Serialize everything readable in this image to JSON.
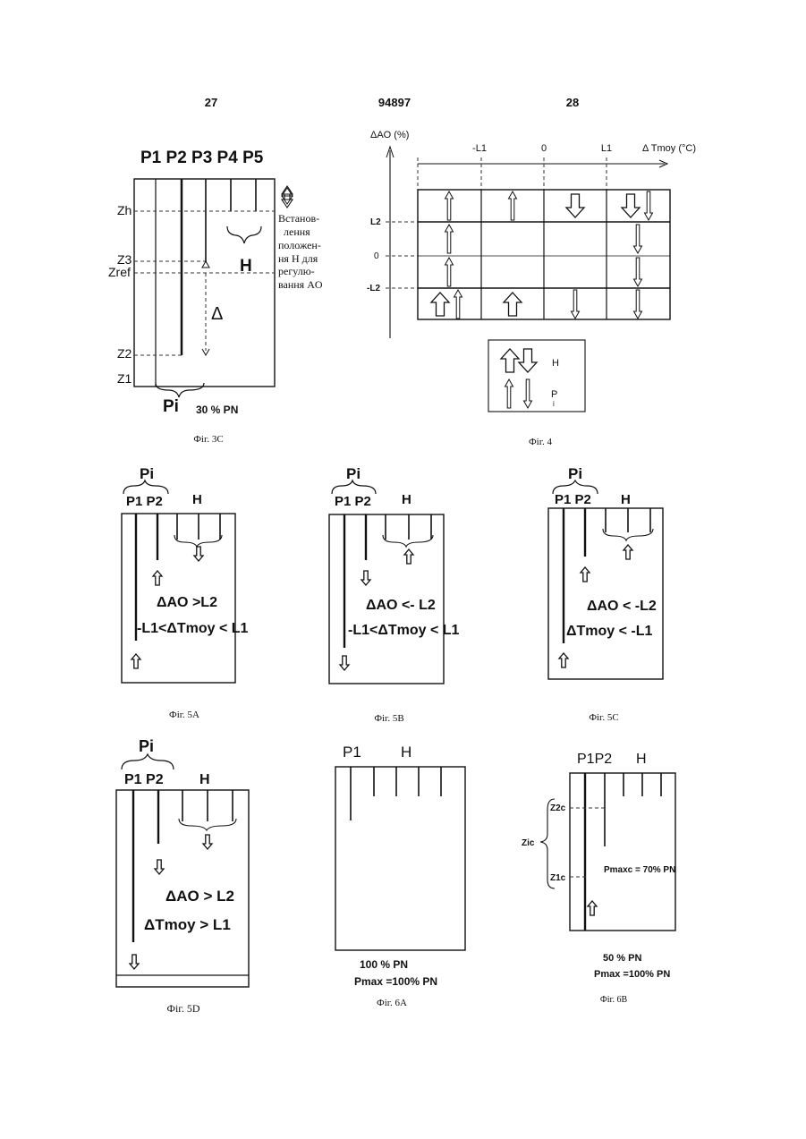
{
  "header": {
    "page_left": "27",
    "patent_no": "94897",
    "page_right": "28"
  },
  "fig3c": {
    "rod_labels": "P1 P2 P3 P4 P5",
    "z_labels": [
      "Zh",
      "Z3",
      "Zref",
      "Z2",
      "Z1"
    ],
    "delta": "Δ",
    "h_label": "H",
    "pi_label": "Pi",
    "power": "30 % PN",
    "note_lines": [
      "Встанов-",
      "лення",
      "положен-",
      "ня H для",
      "регулю-",
      "вання AO"
    ],
    "caption": "Фіг. 3С"
  },
  "fig4": {
    "y_axis_label": "ΔAO (%)",
    "x_axis_label": "Δ Tmoy (°C)",
    "x_ticks": [
      "-L1",
      "0",
      "L1"
    ],
    "y_ticks": [
      "L2",
      "0",
      "-L2"
    ],
    "legend": {
      "h": "H",
      "p": "P",
      "p_sub": "i"
    },
    "caption": "Фіг. 4"
  },
  "fig5a": {
    "pi": "Pi",
    "rods": "P1 P2",
    "h": "H",
    "cond1": "ΔAO >L2",
    "cond2": "-L1<ΔTmoy < L1",
    "caption": "Фіг. 5А"
  },
  "fig5b": {
    "pi": "Pi",
    "rods": "P1 P2",
    "h": "H",
    "cond1": "ΔAO <- L2",
    "cond2": "-L1<ΔTmoy < L1",
    "caption": "Фіг. 5В"
  },
  "fig5c": {
    "pi": "Pi",
    "rods": "P1 P2",
    "h": "H",
    "cond1": "ΔAO < -L2",
    "cond2": "ΔTmoy < -L1",
    "caption": "Фіг. 5С"
  },
  "fig5d": {
    "pi": "Pi",
    "rods": "P1 P2",
    "h": "H",
    "cond1": "ΔAO > L2",
    "cond2": "ΔTmoy > L1",
    "caption": "Фіг. 5D"
  },
  "fig6a": {
    "p1": "P1",
    "h": "H",
    "power": "100 % PN",
    "pmax": "Pmax =100% PN",
    "caption": "Фіг. 6А"
  },
  "fig6b": {
    "rods": "P1P2",
    "h": "H",
    "z2c": "Z2c",
    "z1c": "Z1c",
    "zic": "Zic",
    "pmaxc": "Pmaxc = 70% PN",
    "power": "50 % PN",
    "pmax": "Pmax =100% PN",
    "caption": "Фіг. 6В"
  }
}
